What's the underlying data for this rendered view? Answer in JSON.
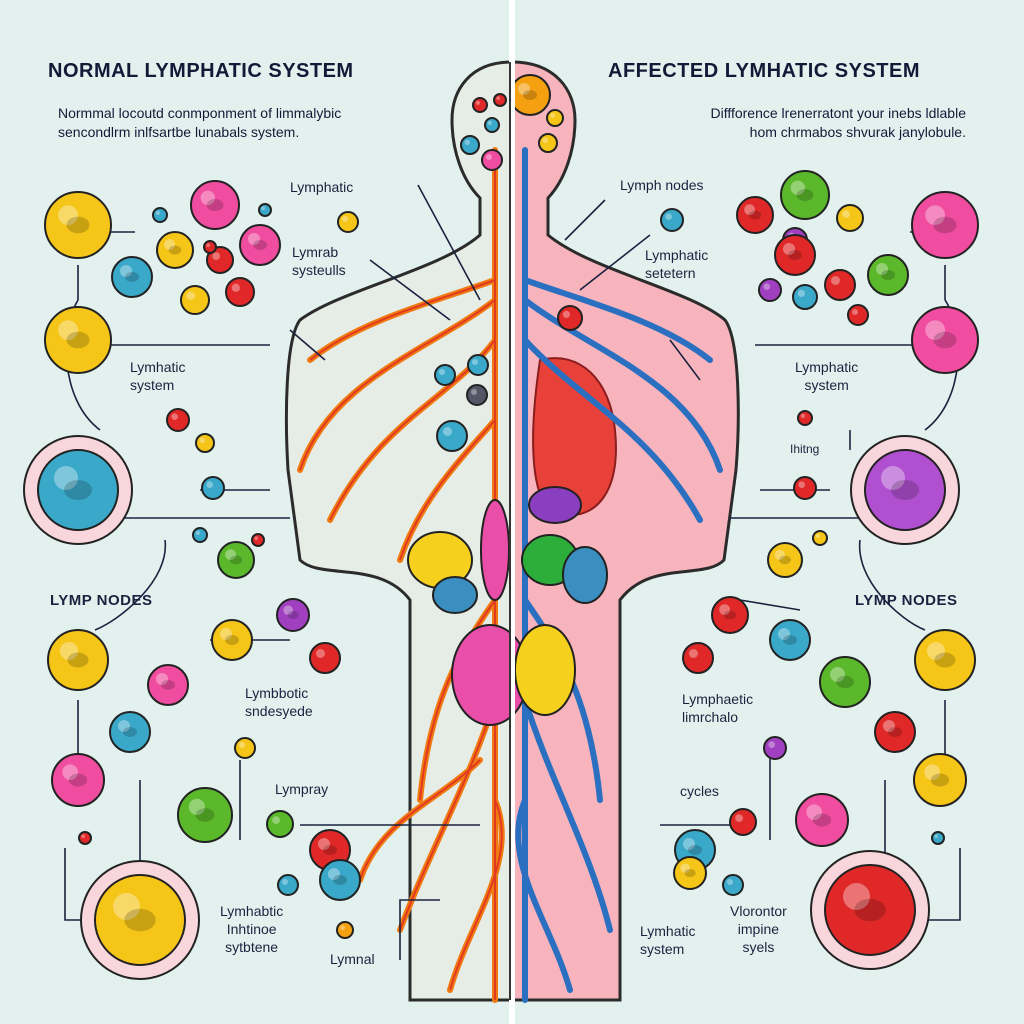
{
  "left_panel": {
    "title": "NORMAL  LYMPHATIC SYSTEM",
    "subtitle_line1": "Normmal locoutd conmponment of limmalybic",
    "subtitle_line2": "sencondlrm inlfsartbe lunabals system.",
    "labels": {
      "lymphatic": "Lymphatic",
      "lymrab_1": "Lymrab",
      "lymrab_2": "systeulls",
      "lymhatic_1": "Lymhatic",
      "lymhatic_2": "system",
      "nodes": "LYMP NODES",
      "lymbbotic_1": "Lymbbotic",
      "lymbbotic_2": "sndesyede",
      "lympray": "Lympray",
      "lymhabtic_1": "Lymhabtic",
      "lymhabtic_2": "Inhtinoe",
      "lymhabtic_3": "sytbtene",
      "lymnal": "Lymnal"
    }
  },
  "right_panel": {
    "title": "AFFECTED  LYMHATIC SYSTEM",
    "subtitle_line1": "Diffforence lrenerratont your inebs ldlable",
    "subtitle_line2": "hom chrmabos shvurak janylobule.",
    "labels": {
      "lymph_nodes": "Lymph nodes",
      "lymphatic_1": "Lymphatic",
      "lymphatic_2": "setetern",
      "lymphatic_sys_1": "Lymphatic",
      "lymphatic_sys_2": "system",
      "ihitng": "Ihitng",
      "nodes": "LYMP NODES",
      "lymphaetic_1": "Lymphaetic",
      "lymphaetic_2": "limrchalo",
      "cycles": "cycles",
      "lymhatic_1": "Lymhatic",
      "lymhatic_2": "system",
      "vlorontor_1": "Vlorontor",
      "vlorontor_2": "impine",
      "vlorontor_3": "syels"
    }
  },
  "colors": {
    "background": "#e3f1ee",
    "normal_vessels": "#f07a10",
    "affected_vessels": "#2a6fc0",
    "affected_body": "#f7b4bd",
    "text": "#121a38"
  }
}
